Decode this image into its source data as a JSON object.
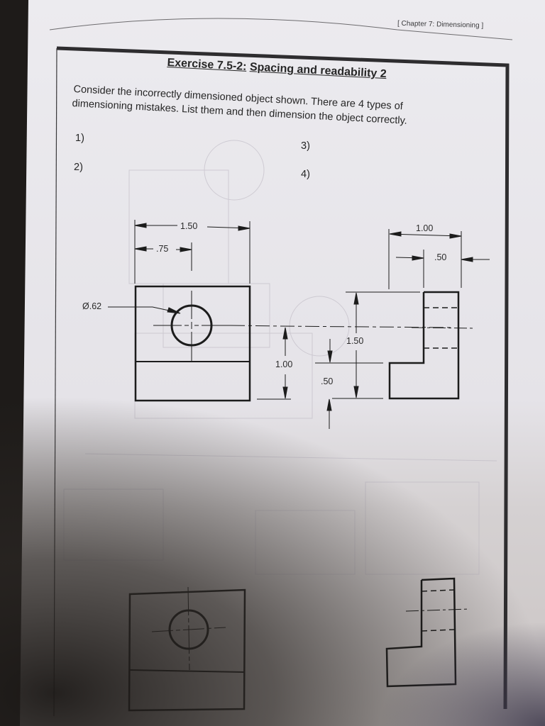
{
  "page": {
    "header": "[ Chapter 7: Dimensioning ]",
    "exercise": {
      "number_label": "Exercise 7.5-2:",
      "title": "Spacing and readability 2"
    },
    "instructions": [
      "Consider the incorrectly dimensioned object shown. There are 4 types of",
      "dimensioning mistakes. List them and then dimension the object correctly."
    ],
    "answer_labels": [
      "1)",
      "2)",
      "3)",
      "4)"
    ]
  },
  "drawing": {
    "front_view": {
      "dimensions": {
        "overall_width": "1.50",
        "hole_location": ".75",
        "hole_diameter": "Ø.62"
      }
    },
    "middle_dimensions": {
      "overall_height": "1.00",
      "step_height_a": "1.50",
      "step_height_b": ".50"
    },
    "side_view": {
      "dimensions": {
        "overall_depth": "1.00",
        "step_depth": ".50"
      }
    }
  },
  "colors": {
    "paper": "#e9e7ec",
    "ink": "#1c1c1c",
    "shadow": "#262220"
  }
}
